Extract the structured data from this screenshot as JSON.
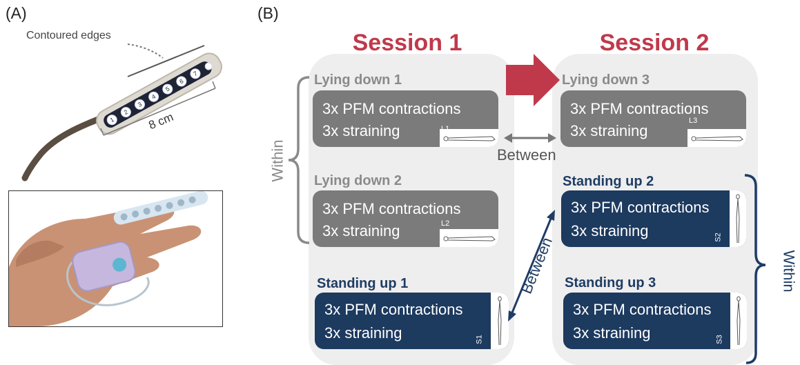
{
  "panel_a": {
    "label": "(A)",
    "callout": "Contoured edges",
    "dimension": "8 cm",
    "electrodes": [
      "1",
      "2",
      "3",
      "4",
      "5",
      "6",
      "7"
    ]
  },
  "panel_b": {
    "label": "(B)",
    "sessions": [
      {
        "title": "Session 1"
      },
      {
        "title": "Session 2"
      }
    ],
    "conditions": {
      "lying1": {
        "title": "Lying down 1",
        "line1": "3x PFM contractions",
        "line2": "3x straining",
        "code": "L1"
      },
      "lying2": {
        "title": "Lying down 2",
        "line1": "3x PFM contractions",
        "line2": "3x straining",
        "code": "L2"
      },
      "lying3": {
        "title": "Lying down 3",
        "line1": "3x PFM contractions",
        "line2": "3x straining",
        "code": "L3"
      },
      "standing1": {
        "title": "Standing up 1",
        "line1": "3x PFM contractions",
        "line2": "3x straining",
        "code": "S1"
      },
      "standing2": {
        "title": "Standing up 2",
        "line1": "3x PFM contractions",
        "line2": "3x straining",
        "code": "S2"
      },
      "standing3": {
        "title": "Standing up 3",
        "line1": "3x PFM contractions",
        "line2": "3x straining",
        "code": "S3"
      }
    },
    "labels": {
      "within_left": "Within",
      "within_right": "Within",
      "between_horizontal": "Between",
      "between_diagonal": "Between"
    }
  },
  "colors": {
    "session_title": "#c0394b",
    "arrow": "#c0394b",
    "grey_box": "#7b7b7b",
    "navy_box": "#1d3a5f",
    "navy_text": "#1f3c64",
    "grey_text": "#8a8a8a"
  }
}
